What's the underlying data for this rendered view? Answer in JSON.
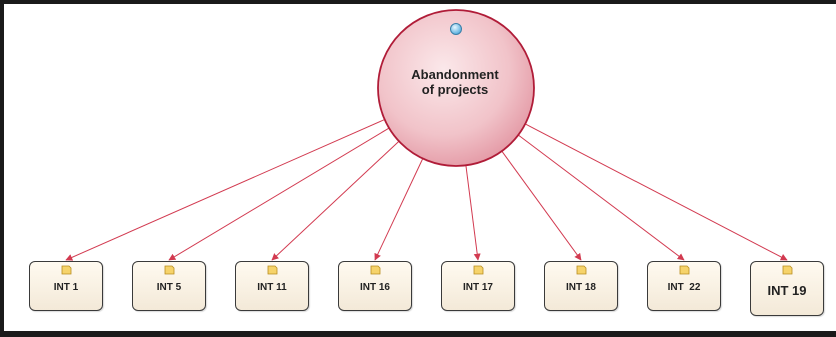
{
  "central_node": {
    "line1": "Abandonment",
    "line2": "of projects"
  },
  "indicators": [
    {
      "label": "INT 1"
    },
    {
      "label": "INT 5"
    },
    {
      "label": "INT 11"
    },
    {
      "label": "INT 16"
    },
    {
      "label": "INT 17"
    },
    {
      "label": "INT 18"
    },
    {
      "label": "INT  22"
    },
    {
      "label": "INT 19"
    }
  ],
  "colors": {
    "arrow": "#d23a50",
    "circle_fill": "#f1c3c9",
    "circle_stroke": "#b01c38",
    "handle": "#7ec8ec"
  }
}
